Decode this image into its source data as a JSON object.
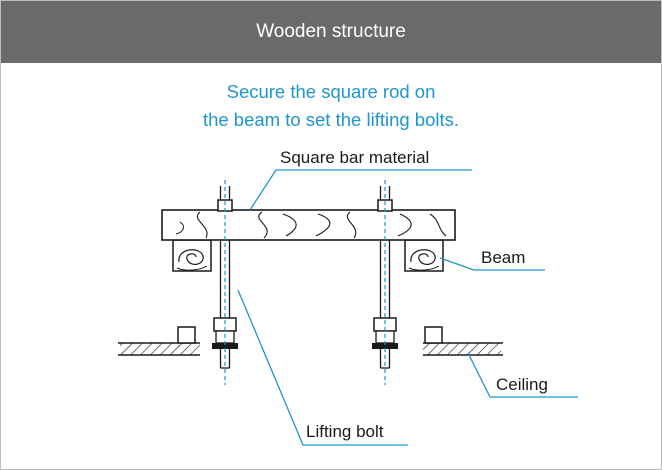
{
  "header": {
    "title": "Wooden structure"
  },
  "instructions": {
    "line1": "Secure the square rod on",
    "line2": "the beam to set the lifting bolts."
  },
  "labels": {
    "square_bar": "Square bar material",
    "beam": "Beam",
    "ceiling": "Ceiling",
    "lifting_bolt": "Lifting bolt"
  },
  "colors": {
    "header_bg": "#6a6a6a",
    "accent": "#1f95cf",
    "line": "#1a1a1a"
  }
}
